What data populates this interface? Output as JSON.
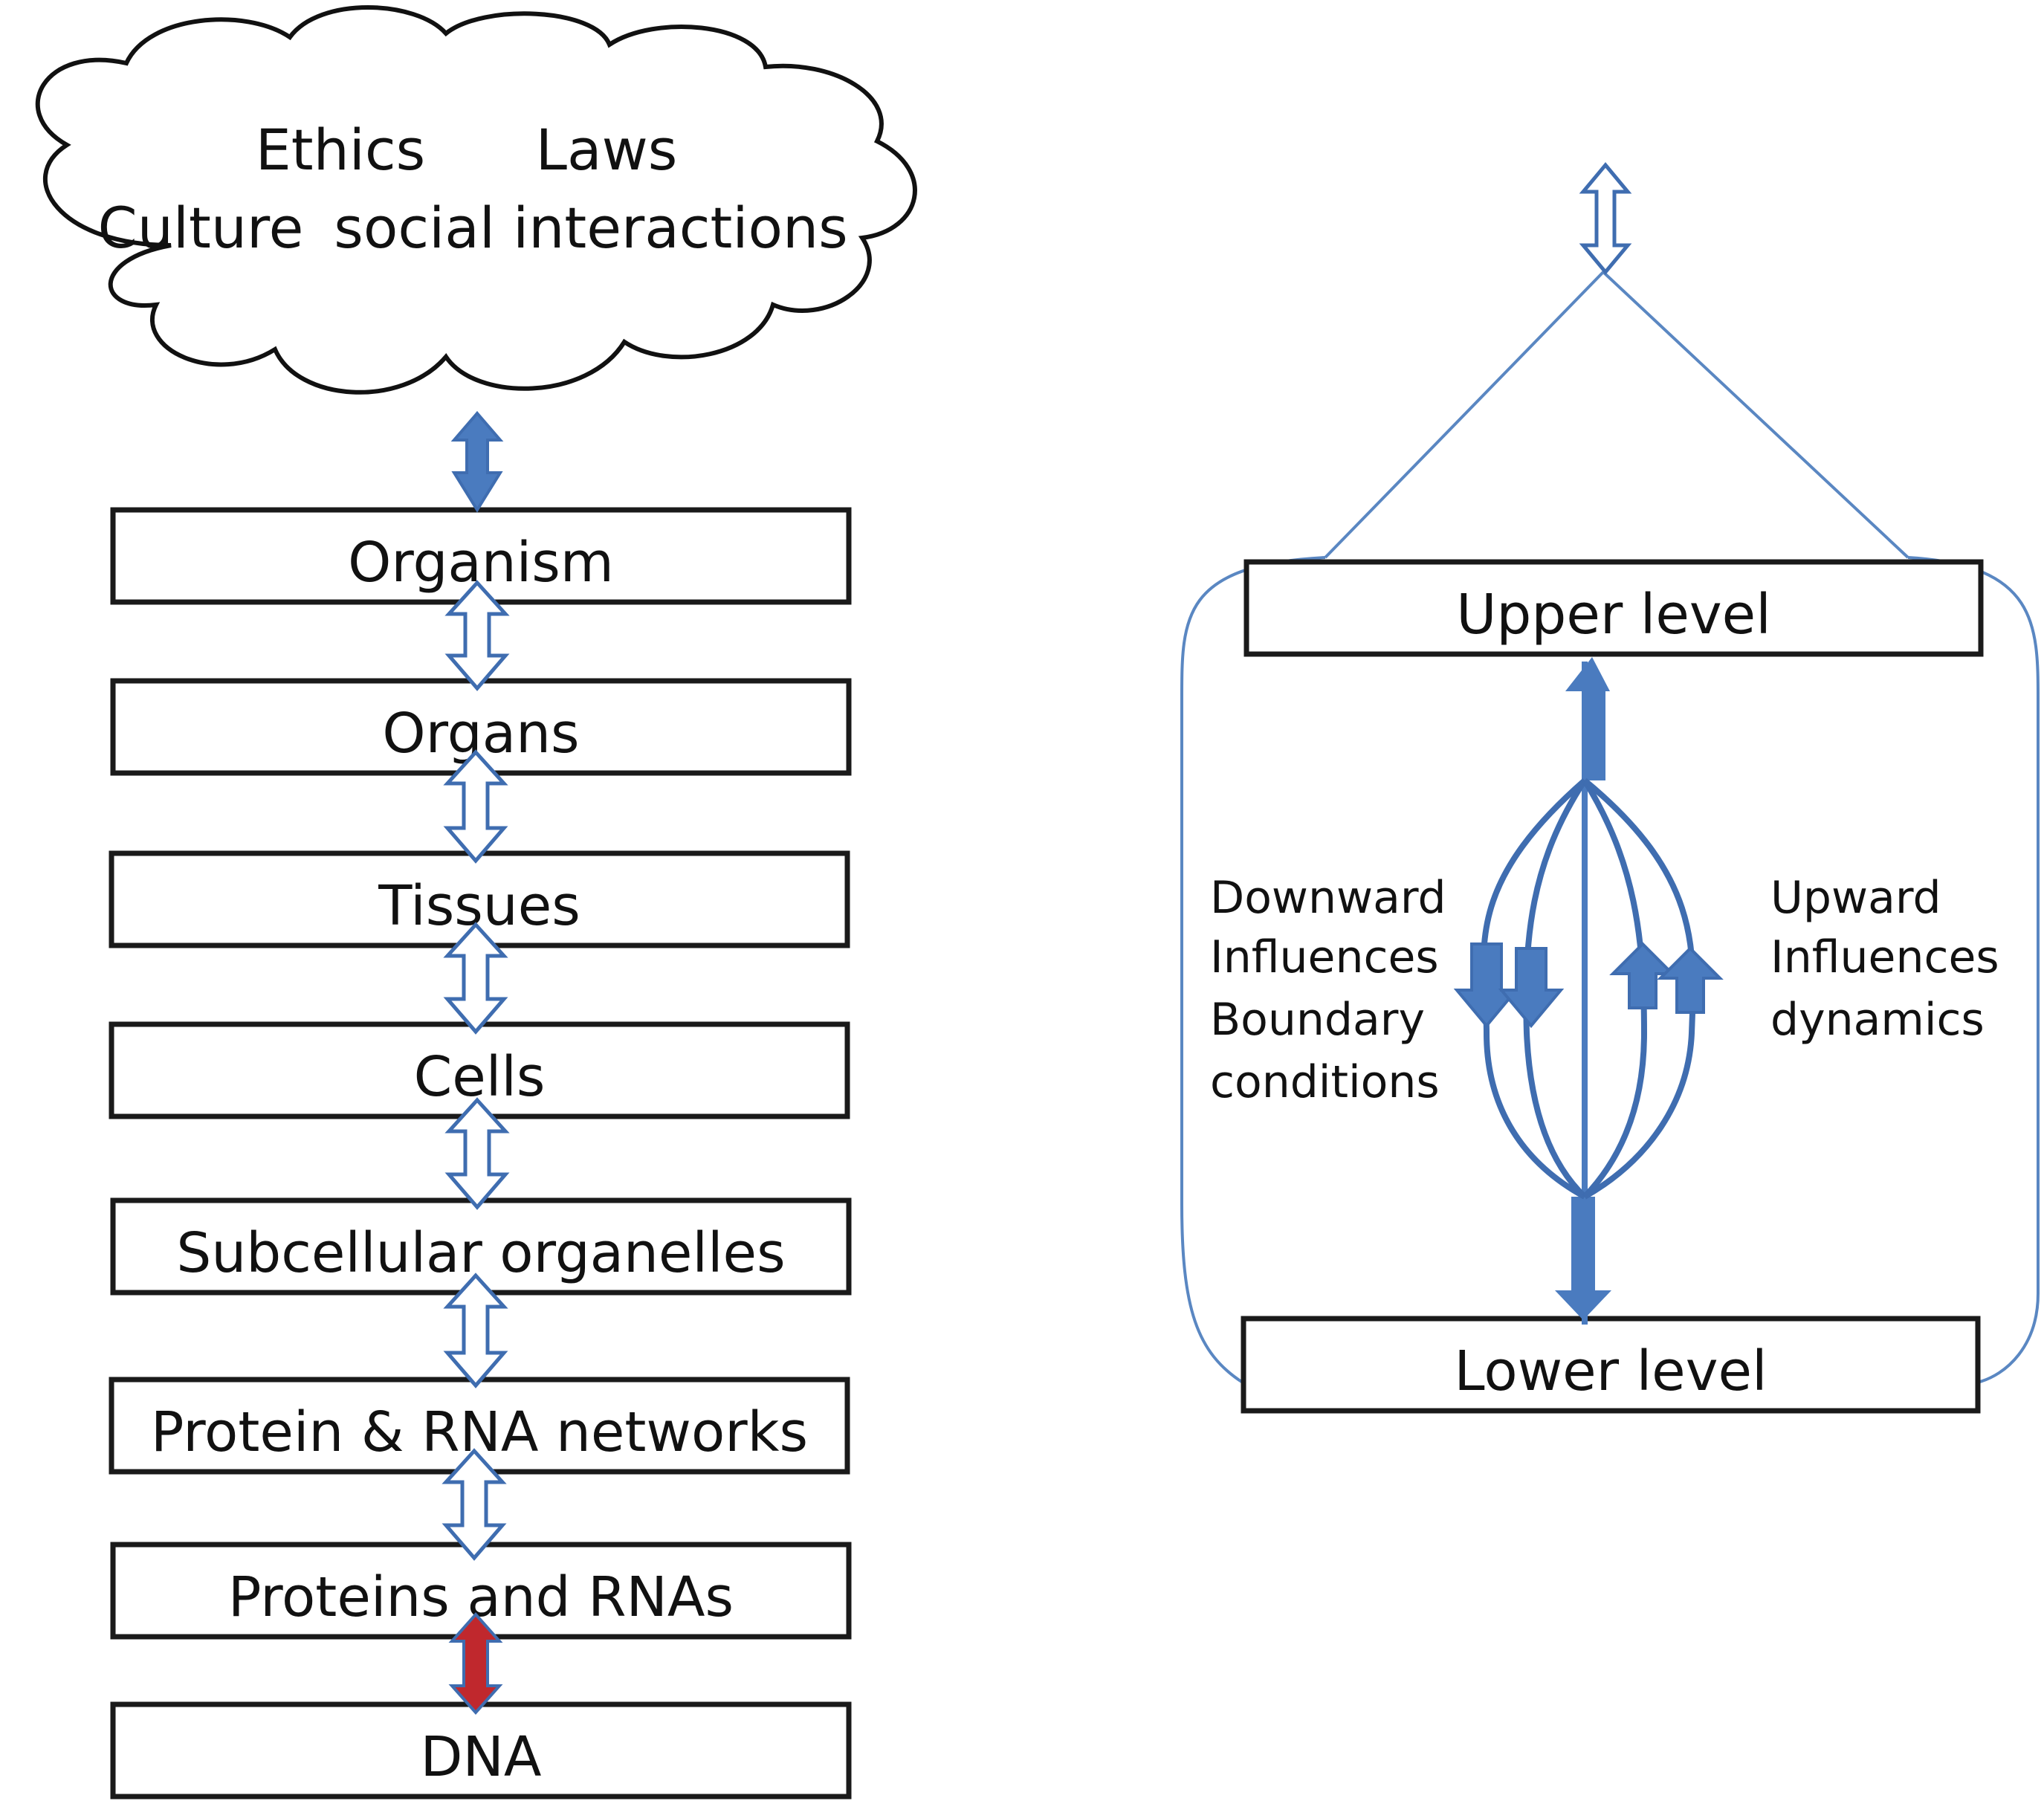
{
  "cloud": {
    "line1_left": "Ethics",
    "line1_right": "Laws",
    "line2_left": "Culture",
    "line2_right": "social interactions"
  },
  "levels": [
    "Organism",
    "Organs",
    "Tissues",
    "Cells",
    "Subcellular organelles",
    "Protein & RNA networks",
    "Proteins and RNAs",
    "DNA"
  ],
  "right_diagram": {
    "upper_label": "Upper level",
    "lower_label": "Lower level",
    "downward_lines": [
      "Downward",
      "Influences",
      "Boundary",
      "conditions"
    ],
    "upward_lines": [
      "Upward",
      "Influences",
      "dynamics"
    ]
  },
  "colors": {
    "box_border": "#1a1a1a",
    "arrow_blue": "#4a7bbf",
    "arrow_red": "#c0282d",
    "outline_blue": "#5a87c2"
  }
}
